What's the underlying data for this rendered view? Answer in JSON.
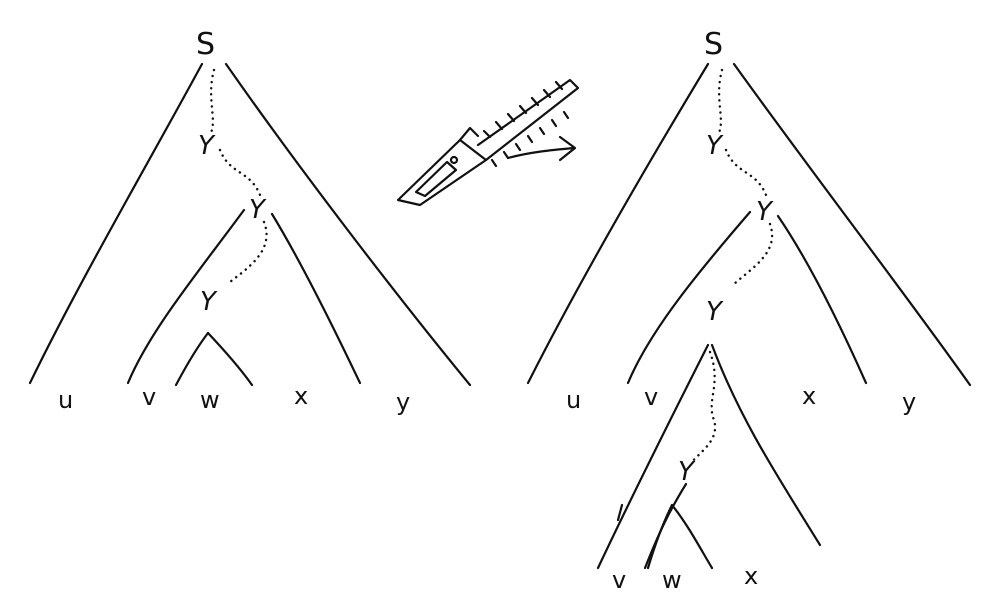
{
  "left_tree": {
    "root": "S",
    "upper_nonterminal": "Y",
    "middle_nonterminal": "Y",
    "lower_nonterminal": "Y",
    "leaves": {
      "u": "u",
      "v": "v",
      "w": "w",
      "x": "x",
      "y": "y"
    }
  },
  "right_tree": {
    "root": "S",
    "upper_nonterminal": "Y",
    "middle_nonterminal": "Y",
    "lower_nonterminal": "Y",
    "pumped_nonterminal": "Y",
    "leaves": {
      "u": "u",
      "v": "v",
      "x": "x",
      "y": "y"
    },
    "pumped_leaves": {
      "v": "v",
      "w": "w",
      "x": "x"
    }
  },
  "icons": [
    "chainsaw-icon",
    "arrow-right-icon"
  ]
}
